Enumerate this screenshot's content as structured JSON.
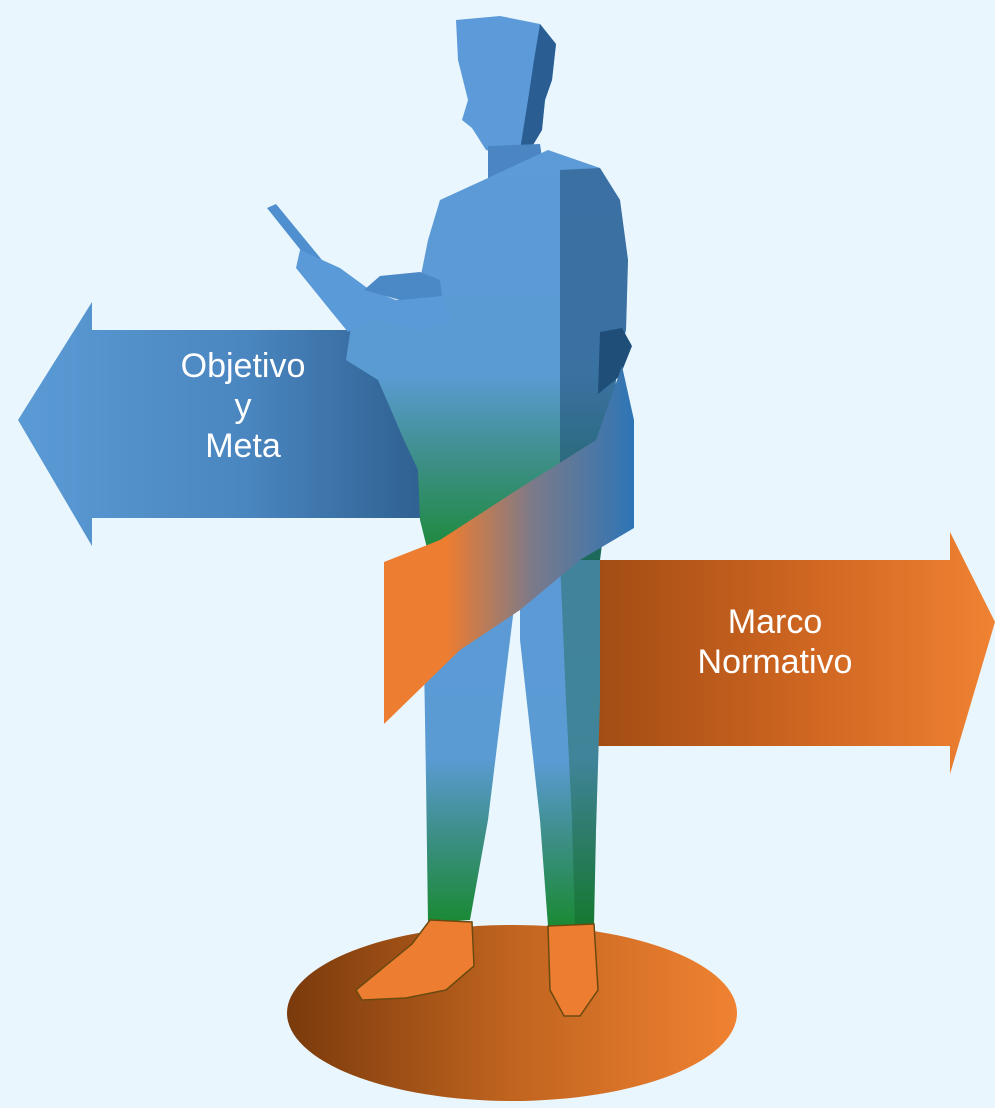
{
  "diagram": {
    "left_arrow": {
      "lines": [
        "Objetivo",
        "y",
        "Meta"
      ],
      "color_start": "#5b9bd5",
      "color_end": "#2e5f8f"
    },
    "right_arrow": {
      "lines": [
        "Marco",
        "Normativo"
      ],
      "color_start": "#9e4a12",
      "color_end": "#ed7d31"
    },
    "figure": {
      "description_icon": "standing-person-with-tablet",
      "top_color": "#5b9bd5",
      "bottom_color": "#1a8a34"
    },
    "ribbon": {
      "color_start": "#ed7d31",
      "color_end": "#2e75b6"
    },
    "base_ellipse": {
      "color_start": "#7a3a0c",
      "color_end": "#ed7d31"
    },
    "background": "#eaf6fd"
  }
}
